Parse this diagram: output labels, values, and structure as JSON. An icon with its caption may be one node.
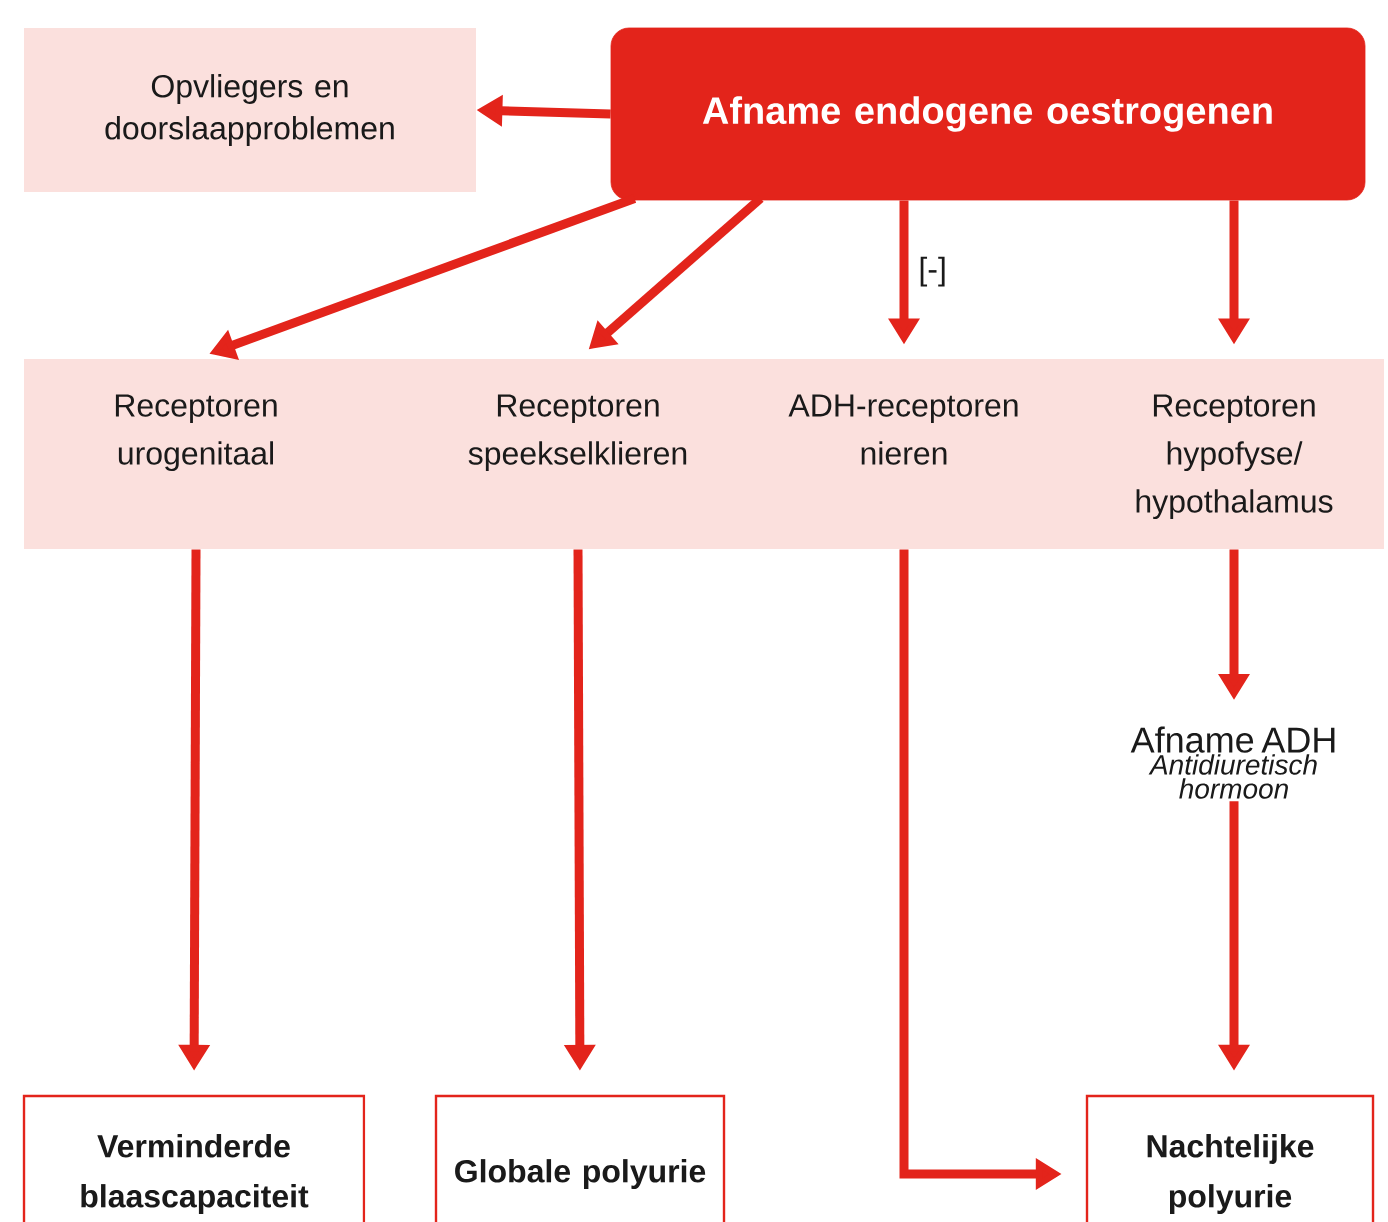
{
  "diagram": {
    "nodes": [
      {
        "text": [
          "Afname endogene oestrogenen"
        ]
      },
      {
        "text": [
          "Opvliegers en doorslaapproblemen"
        ]
      },
      {
        "text": [],
        "shape": "band"
      },
      {
        "text": [
          "Receptoren urogenitaal"
        ],
        "in": 2
      },
      {
        "text": [
          "Receptoren speekselklieren"
        ],
        "in": 2
      },
      {
        "text": [
          "ADH-receptoren nieren"
        ],
        "in": 2
      },
      {
        "text": [
          "Receptoren hypofyse/ hypothalamus"
        ],
        "in": 2
      },
      {
        "text": [
          "Afname ADH",
          "Antidiuretisch hormoon"
        ]
      },
      {
        "text": [
          "Verminderde blaascapaciteit"
        ]
      },
      {
        "text": [
          "Globale polyurie"
        ]
      },
      {
        "text": [
          "Nachtelijke polyurie"
        ]
      }
    ],
    "edges": [
      {
        "from": 0,
        "to": 1,
        "arrow": "to"
      },
      {
        "from": 0,
        "to": 3,
        "arrow": "to"
      },
      {
        "from": 0,
        "to": 4,
        "arrow": "to"
      },
      {
        "from": 0,
        "to": 5,
        "arrow": "to",
        "label": "[-]"
      },
      {
        "from": 0,
        "to": 6,
        "arrow": "to"
      },
      {
        "from": 3,
        "to": 8,
        "arrow": "to"
      },
      {
        "from": 4,
        "to": 9,
        "arrow": "to"
      },
      {
        "from": 5,
        "to": 10,
        "arrow": "to"
      },
      {
        "from": 6,
        "to": 7,
        "arrow": "to"
      },
      {
        "from": 7,
        "to": 10,
        "arrow": "to"
      }
    ]
  }
}
